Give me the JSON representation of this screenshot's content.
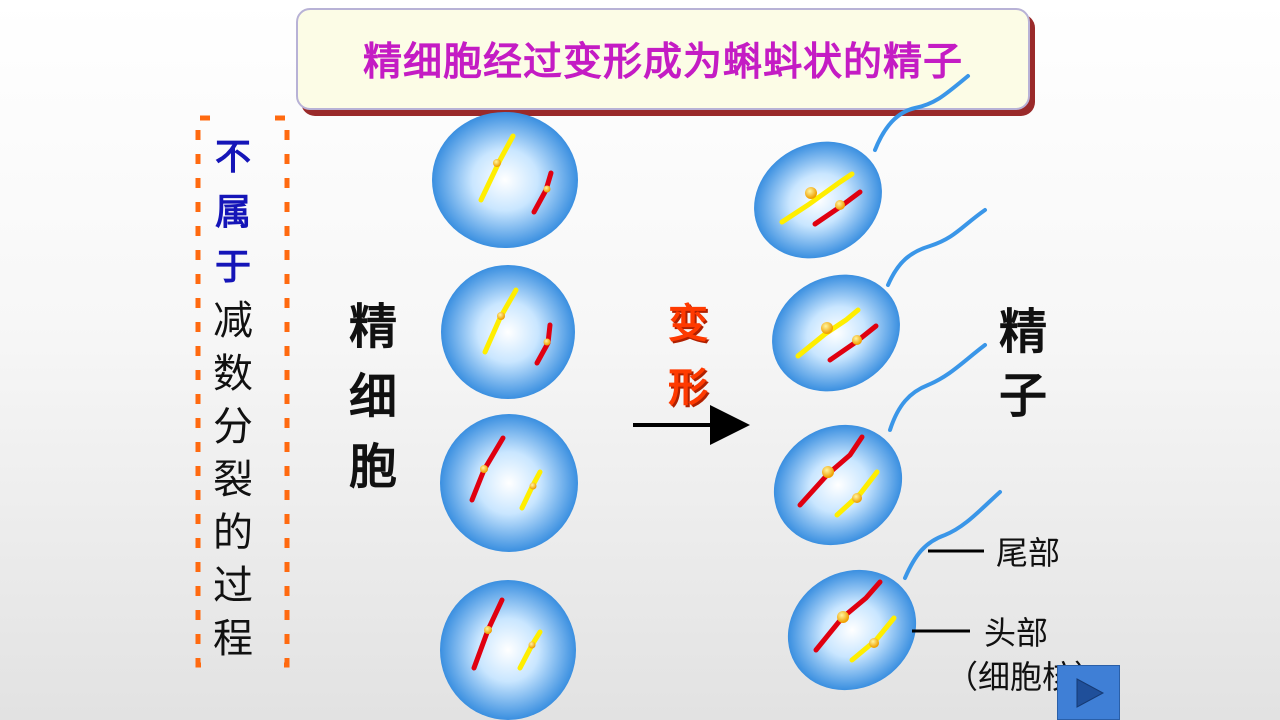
{
  "title": "精细胞经过变形成为蝌蚪状的精子",
  "side_note": {
    "blue_chars": [
      "不",
      "属",
      "于"
    ],
    "black_chars": [
      "减",
      "数",
      "分",
      "裂",
      "的",
      "过",
      "程"
    ]
  },
  "labels": {
    "spermatid": [
      "精",
      "细",
      "胞"
    ],
    "transform": [
      "变",
      "形"
    ],
    "sperm": [
      "精",
      "子"
    ],
    "tail": "尾部",
    "head": "头部",
    "nucleus": "（细胞核）"
  },
  "colors": {
    "title": "#c41cc4",
    "chromosome_yellow": "#ffee00",
    "chromosome_red": "#e00010",
    "cell_blue": "#3a96e8",
    "flagellum": "#3a96e8",
    "bracket_orange": "#ff6a10",
    "transform_red": "#ff3a00",
    "side_note_blue": "#1515b8"
  },
  "icons": {
    "next": "play-triangle-icon"
  }
}
